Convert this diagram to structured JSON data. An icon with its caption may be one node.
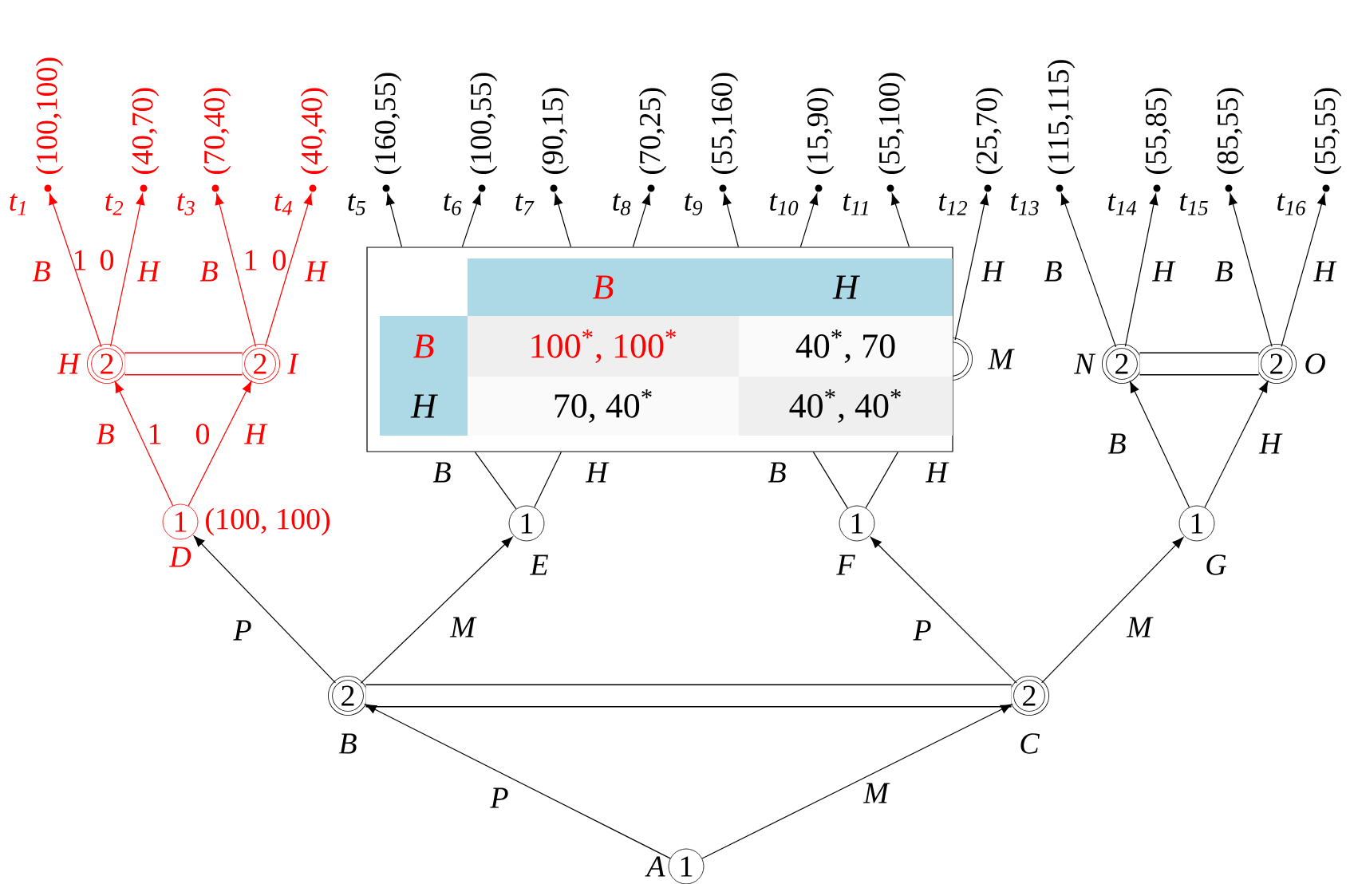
{
  "diagram": {
    "nodes": [
      {
        "text": [
          "(100,100)"
        ],
        "beside": [
          "t$_{1}$"
        ]
      },
      {
        "text": [
          "(40,70)"
        ],
        "beside": [
          "t$_{2}$"
        ]
      },
      {
        "text": [
          "(70,40)"
        ],
        "beside": [
          "t$_{3}$"
        ]
      },
      {
        "text": [
          "(40,40)"
        ],
        "beside": [
          "t$_{4}$"
        ]
      },
      {
        "text": [
          "(160,55)"
        ],
        "beside": [
          "t$_{5}$"
        ]
      },
      {
        "text": [
          "(100,55)"
        ],
        "beside": [
          "t$_{6}$"
        ]
      },
      {
        "text": [
          "(90,15)"
        ],
        "beside": [
          "t$_{7}$"
        ]
      },
      {
        "text": [
          "(70,25)"
        ],
        "beside": [
          "t$_{8}$"
        ]
      },
      {
        "text": [
          "(55,160)"
        ],
        "beside": [
          "t$_{9}$"
        ]
      },
      {
        "text": [
          "(15,90)"
        ],
        "beside": [
          "t$_{10}$"
        ]
      },
      {
        "text": [
          "(55,100)"
        ],
        "beside": [
          "t$_{11}$"
        ]
      },
      {
        "text": [
          "(25,70)"
        ],
        "beside": [
          "t$_{12}$"
        ]
      },
      {
        "text": [
          "(115,115)"
        ],
        "beside": [
          "t$_{13}$"
        ]
      },
      {
        "text": [
          "(55,85)"
        ],
        "beside": [
          "t$_{14}$"
        ]
      },
      {
        "text": [
          "(85,55)"
        ],
        "beside": [
          "t$_{15}$"
        ]
      },
      {
        "text": [
          "(55,55)"
        ],
        "beside": [
          "t$_{16}$"
        ]
      },
      {
        "text": [
          "2"
        ],
        "beside": [
          "H"
        ]
      },
      {
        "text": [
          "2"
        ],
        "beside": [
          "I"
        ]
      },
      {
        "text": [
          "2"
        ],
        "beside": [
          "N"
        ]
      },
      {
        "text": [
          "2"
        ],
        "beside": [
          "O"
        ]
      },
      {
        "text": [
          "1"
        ],
        "beside": [
          "D",
          "(100, 100)"
        ]
      },
      {
        "text": [
          "1"
        ],
        "beside": [
          "E"
        ]
      },
      {
        "text": [
          "1"
        ],
        "beside": [
          "F"
        ]
      },
      {
        "text": [
          "1"
        ],
        "beside": [
          "G"
        ]
      },
      {
        "text": [
          "2"
        ],
        "beside": [
          "B"
        ]
      },
      {
        "text": [
          "2"
        ],
        "beside": [
          "C"
        ]
      },
      {
        "text": [
          "1"
        ],
        "beside": [
          "A"
        ]
      },
      {
        "text": [
          "B",
          "H",
          "B",
          "100$^{*}$, 100$^{*}$",
          "40$^{*}$, 70",
          "H",
          "70, 40$^{*}$",
          "40$^{*}$, 40$^{*}$"
        ]
      },
      {
        "text": [],
        "shape": "circle",
        "beside": [
          "M"
        ]
      }
    ],
    "edges": [
      {
        "from": 26,
        "to": 24,
        "arrow": "to",
        "label": "P"
      },
      {
        "from": 26,
        "to": 25,
        "arrow": "to",
        "label": "M"
      },
      {
        "from": 24,
        "to": 25,
        "arrow": "none",
        "style": "thick"
      },
      {
        "from": 24,
        "to": 20,
        "arrow": "to",
        "label": "P"
      },
      {
        "from": 24,
        "to": 21,
        "arrow": "to",
        "label": "M"
      },
      {
        "from": 25,
        "to": 22,
        "arrow": "to",
        "label": "P"
      },
      {
        "from": 25,
        "to": 23,
        "arrow": "to",
        "label": "M"
      },
      {
        "from": 20,
        "to": 16,
        "arrow": "to",
        "label": "B",
        "color": "#ff0000"
      },
      {
        "from": 20,
        "to": 17,
        "arrow": "to",
        "label": "H",
        "color": "#ff0000"
      },
      {
        "from": 16,
        "to": 17,
        "arrow": "none",
        "style": "thick",
        "color": "#ff0000"
      },
      {
        "from": 16,
        "to": 0,
        "arrow": "to",
        "label": "B",
        "color": "#ff0000"
      },
      {
        "from": 16,
        "to": 1,
        "arrow": "to",
        "label": "H",
        "color": "#ff0000"
      },
      {
        "from": 17,
        "to": 2,
        "arrow": "to",
        "label": "B",
        "color": "#ff0000"
      },
      {
        "from": 17,
        "to": 3,
        "arrow": "to",
        "label": "H",
        "color": "#ff0000"
      },
      {
        "from": 21,
        "to": 27,
        "arrow": "none",
        "label": "B"
      },
      {
        "from": 21,
        "to": 27,
        "arrow": "none",
        "label": "H"
      },
      {
        "from": 22,
        "to": 27,
        "arrow": "none",
        "label": "B"
      },
      {
        "from": 22,
        "to": 27,
        "arrow": "none",
        "label": "H"
      },
      {
        "from": 27,
        "to": 4,
        "arrow": "to"
      },
      {
        "from": 27,
        "to": 5,
        "arrow": "to"
      },
      {
        "from": 27,
        "to": 6,
        "arrow": "to"
      },
      {
        "from": 27,
        "to": 7,
        "arrow": "to"
      },
      {
        "from": 27,
        "to": 8,
        "arrow": "to"
      },
      {
        "from": 27,
        "to": 9,
        "arrow": "to"
      },
      {
        "from": 27,
        "to": 10,
        "arrow": "to"
      },
      {
        "from": 28,
        "to": 11,
        "arrow": "to",
        "label": "H"
      },
      {
        "from": 23,
        "to": 18,
        "arrow": "to",
        "label": "B"
      },
      {
        "from": 23,
        "to": 19,
        "arrow": "to",
        "label": "H"
      },
      {
        "from": 18,
        "to": 19,
        "arrow": "none",
        "style": "thick"
      },
      {
        "from": 18,
        "to": 12,
        "arrow": "to",
        "label": "B"
      },
      {
        "from": 18,
        "to": 13,
        "arrow": "to",
        "label": "H"
      },
      {
        "from": 19,
        "to": 14,
        "arrow": "to",
        "label": "B"
      },
      {
        "from": 19,
        "to": 15,
        "arrow": "to",
        "label": "H"
      }
    ],
    "labels": [
      "1",
      "0",
      "1",
      "0",
      "1",
      "0"
    ]
  }
}
